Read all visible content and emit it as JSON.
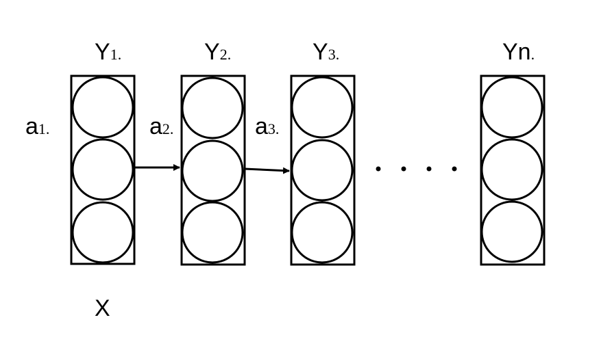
{
  "diagram": {
    "stroke_color": "#000000",
    "background_color": "#ffffff",
    "columns": [
      {
        "label_main": "Y",
        "label_sub": "1."
      },
      {
        "label_main": "Y",
        "label_sub": "2."
      },
      {
        "label_main": "Y",
        "label_sub": "3."
      },
      {
        "label_main": "Yn",
        "label_sub": "."
      }
    ],
    "side_labels": [
      {
        "label_main": "a",
        "label_sub": "1."
      },
      {
        "label_main": "a",
        "label_sub": "2."
      },
      {
        "label_main": "a",
        "label_sub": "3."
      }
    ],
    "input_label": "X",
    "ellipsis": "· · · ·"
  }
}
